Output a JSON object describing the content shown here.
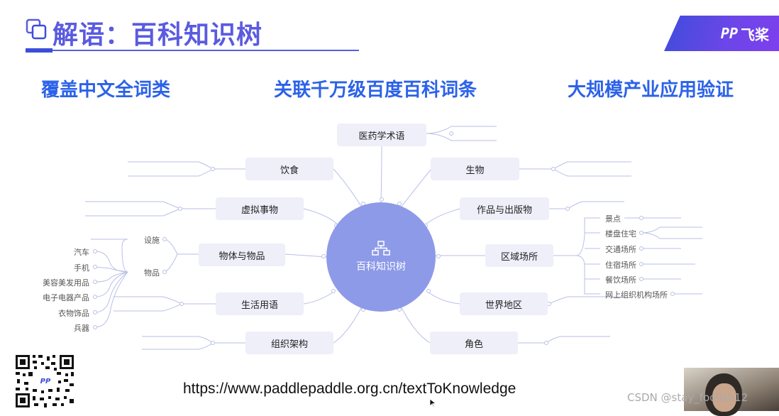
{
  "slide": {
    "title": "解语：百科知识树",
    "logo_text": "飞桨",
    "logo_mark": "PP"
  },
  "headlines": [
    "覆盖中文全词类",
    "关联千万级百度百科词条",
    "大规模产业应用验证"
  ],
  "tree": {
    "center_label": "百科知识树",
    "nodes": {
      "medical": "医药学术语",
      "food": "饮食",
      "biology": "生物",
      "virtual": "虚拟事物",
      "works": "作品与出版物",
      "objects": "物体与物品",
      "region": "区域场所",
      "daily": "生活用语",
      "world": "世界地区",
      "org": "组织架构",
      "role": "角色"
    },
    "objects_children": [
      "设施",
      "物品"
    ],
    "goods_leaves": [
      "汽车",
      "手机",
      "美容美发用品",
      "电子电器产品",
      "衣物饰品",
      "兵器"
    ],
    "region_leaves": [
      "景点",
      "楼盘住宅",
      "交通场所",
      "住宿场所",
      "餐饮场所",
      "网上组织机构场所"
    ]
  },
  "url": "https://www.paddlepaddle.org.cn/textToKnowledge",
  "watermark": "CSDN @stay_foolish12",
  "icons": [
    "window-icon",
    "tree-icon",
    "qr-code",
    "cursor-icon"
  ],
  "colors": {
    "title": "#5a5be0",
    "headline": "#2b62e8",
    "center": "#8d9ae8",
    "node_bg": "#eeeff9"
  }
}
